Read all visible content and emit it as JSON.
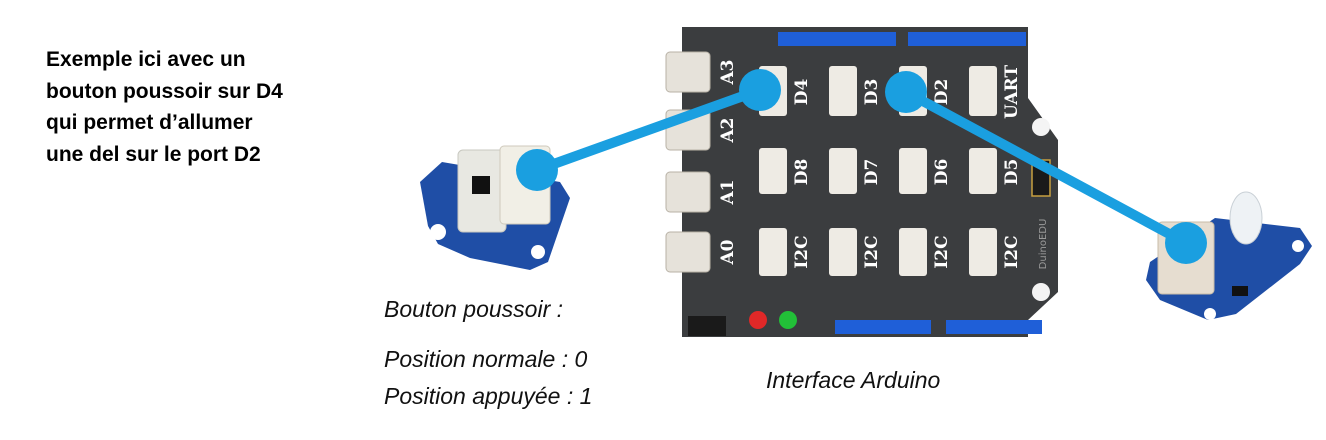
{
  "intro": {
    "lines": [
      "Exemple ici avec un",
      "bouton poussoir sur D4",
      "qui permet d’allumer",
      "une del sur le port D2"
    ]
  },
  "button_module": {
    "title": "Bouton poussoir :",
    "state_normal": "Position normale : 0",
    "state_pressed": "Position appuyée : 1"
  },
  "board": {
    "caption": "Interface Arduino",
    "brand": "DuinoEDU",
    "analog_ports": [
      "A3",
      "A2",
      "A1",
      "A0"
    ],
    "digital_row1": [
      "D4",
      "D3",
      "D2",
      "UART"
    ],
    "digital_row2": [
      "D8",
      "D7",
      "D6",
      "D5"
    ],
    "digital_row3": [
      "I2C",
      "I2C",
      "I2C",
      "I2C"
    ]
  },
  "connections": [
    {
      "from": "button_module",
      "to": "D4"
    },
    {
      "from": "D2",
      "to": "led_module"
    }
  ],
  "colors": {
    "board": "#3b3d3f",
    "connection_line": "#1a9fe0",
    "module_pcb": "#1f4ea6",
    "header_strip": "#1f5fd8"
  }
}
